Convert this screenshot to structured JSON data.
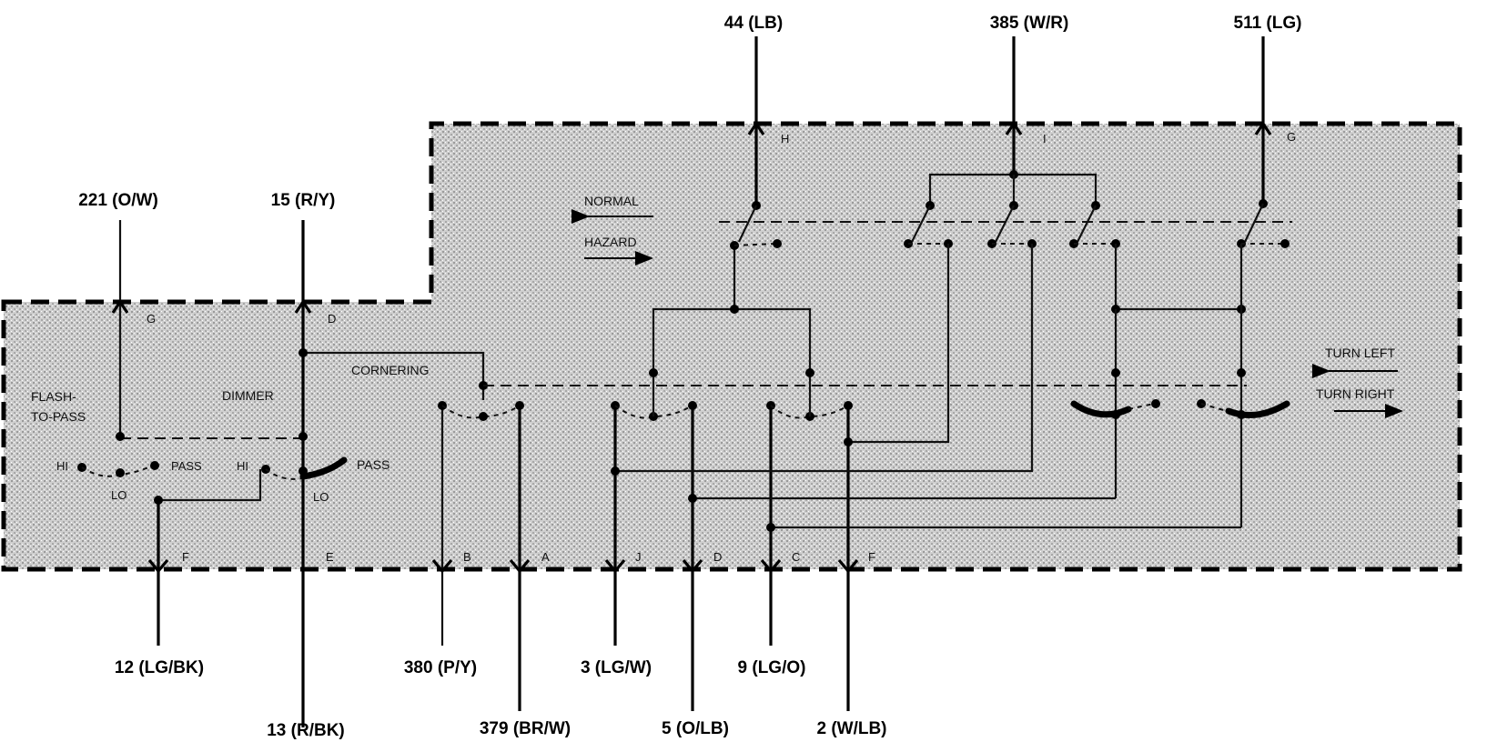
{
  "wires_top": [
    {
      "id": "w44",
      "label": "44 (LB)"
    },
    {
      "id": "w385",
      "label": "385 (W/R)"
    },
    {
      "id": "w511",
      "label": "511 (LG)"
    },
    {
      "id": "w221",
      "label": "221 (O/W)"
    },
    {
      "id": "w15",
      "label": "15 (R/Y)"
    }
  ],
  "wires_bottom": [
    {
      "id": "w12",
      "label": "12 (LG/BK)"
    },
    {
      "id": "w13",
      "label": "13 (R/BK)"
    },
    {
      "id": "w380",
      "label": "380 (P/Y)"
    },
    {
      "id": "w379",
      "label": "379 (BR/W)"
    },
    {
      "id": "w3",
      "label": "3 (LG/W)"
    },
    {
      "id": "w5",
      "label": "5 (O/LB)"
    },
    {
      "id": "w9",
      "label": "9 (LG/O)"
    },
    {
      "id": "w2",
      "label": "2 (W/LB)"
    }
  ],
  "pins": {
    "H": "H",
    "I": "I",
    "G_right": "G",
    "G_left": "G",
    "D_left": "D",
    "F_left": "F",
    "E": "E",
    "B": "B",
    "A": "A",
    "J": "J",
    "D_bottom": "D",
    "C": "C",
    "F_right": "F"
  },
  "switch_labels": {
    "flash_to_pass_1": "FLASH-",
    "flash_to_pass_2": "TO-PASS",
    "dimmer": "DIMMER",
    "cornering": "CORNERING",
    "normal": "NORMAL",
    "hazard": "HAZARD",
    "turn_left": "TURN LEFT",
    "turn_right": "TURN RIGHT",
    "hi_1": "HI",
    "lo_1": "LO",
    "pass_1": "PASS",
    "hi_2": "HI",
    "lo_2": "LO",
    "pass_2": "PASS"
  }
}
